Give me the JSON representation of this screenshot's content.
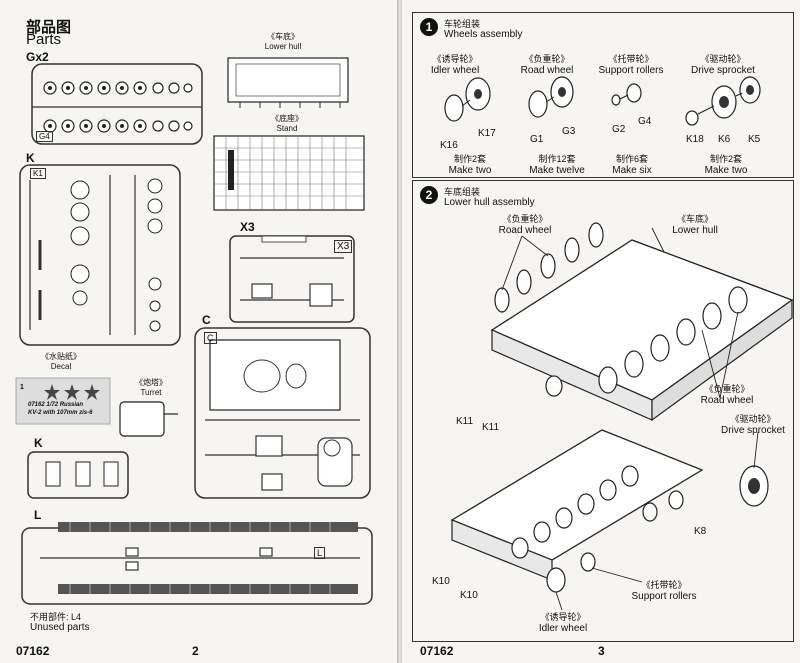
{
  "left_page": {
    "title_cn": "部品图",
    "title_en": "Parts",
    "sprue_gx2": "Gx2",
    "sprue_k": "K",
    "sprue_x3": "X3",
    "sprue_c": "C",
    "sprue_k2": "K",
    "sprue_l": "L",
    "g4_tag": "G4",
    "k1_tag": "K1",
    "x3_tag": "X3",
    "c_tag": "C",
    "l_tag": "L",
    "lower_hull_cn": "《车底》",
    "lower_hull_en": "Lower hull",
    "stand_cn": "《底座》",
    "stand_en": "Stand",
    "decal_cn": "《水贴纸》",
    "decal_en": "Decal",
    "turret_cn": "《炮塔》",
    "turret_en": "Turret",
    "decal_text_1": "07162  1/72  Russian",
    "decal_text_2": "KV-2 with 107mm zis-6",
    "decal_num": "1",
    "unused_cn": "不用部件: L4",
    "unused_en": "Unused parts",
    "footer_code": "07162",
    "page_number": "2"
  },
  "right_page": {
    "step1": {
      "number": "1",
      "title_cn": "车轮组装",
      "title_en": "Wheels assembly",
      "groups": [
        {
          "name_cn": "《诱导轮》",
          "name_en": "Idler wheel",
          "parts": [
            "K16",
            "K17"
          ],
          "make_cn": "制作2套",
          "make_en": "Make two"
        },
        {
          "name_cn": "《负重轮》",
          "name_en": "Road wheel",
          "parts": [
            "G1",
            "G3"
          ],
          "make_cn": "制作12套",
          "make_en": "Make twelve"
        },
        {
          "name_cn": "《托带轮》",
          "name_en": "Support rollers",
          "parts": [
            "G2",
            "G4"
          ],
          "make_cn": "制作6套",
          "make_en": "Make six"
        },
        {
          "name_cn": "《驱动轮》",
          "name_en": "Drive sprocket",
          "parts": [
            "K18",
            "K6",
            "K5"
          ],
          "make_cn": "制作2套",
          "make_en": "Make two"
        }
      ]
    },
    "step2": {
      "number": "2",
      "title_cn": "车底组装",
      "title_en": "Lower hull assembly",
      "road_wheel_cn": "《负重轮》",
      "road_wheel_en": "Road wheel",
      "lower_hull_cn": "《车底》",
      "lower_hull_en": "Lower hull",
      "road_wheel2_cn": "《负重轮》",
      "road_wheel2_en": "Road wheel",
      "drive_cn": "《驱动轮》",
      "drive_en": "Drive sprocket",
      "support_cn": "《托带轮》",
      "support_en": "Support rollers",
      "idler_cn": "《诱导轮》",
      "idler_en": "Idler wheel",
      "part_k11a": "K11",
      "part_k11b": "K11",
      "part_k8": "K8",
      "part_k10a": "K10",
      "part_k10b": "K10"
    },
    "footer_code": "07162",
    "page_number": "3"
  }
}
